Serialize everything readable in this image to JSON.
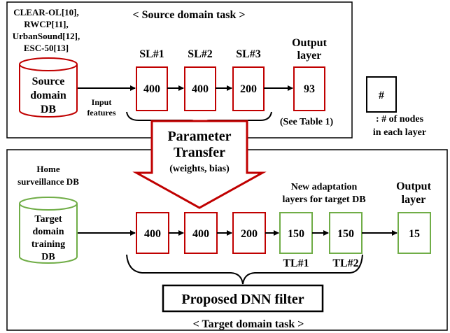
{
  "colors": {
    "red": "#c00000",
    "green": "#70ad47",
    "black": "#000000",
    "white": "#ffffff"
  },
  "source": {
    "datasets": [
      "CLEAR-OL[10],",
      "RWCP[11],",
      "UrbanSound[12],",
      "ESC-50[13]"
    ],
    "task_title": "< Source domain task >",
    "db_label": [
      "Source",
      "domain",
      "DB"
    ],
    "input_label": [
      "Input",
      "features"
    ],
    "layers": [
      {
        "name": "SL#1",
        "nodes": "400"
      },
      {
        "name": "SL#2",
        "nodes": "400"
      },
      {
        "name": "SL#3",
        "nodes": "200"
      }
    ],
    "output_title": [
      "Output",
      "layer"
    ],
    "output_nodes": "93",
    "output_note": "(See Table 1)"
  },
  "legend": {
    "symbol": "#",
    "text": [
      ": # of nodes",
      "in each layer"
    ]
  },
  "transfer": {
    "title": [
      "Parameter",
      "Transfer"
    ],
    "subtitle": "(weights, bias)"
  },
  "target": {
    "db_title": [
      "Home",
      "surveillance DB"
    ],
    "db_label": [
      "Target",
      "domain",
      "training",
      "DB"
    ],
    "layers": [
      "400",
      "400",
      "200"
    ],
    "adaptation_title": [
      "New adaptation",
      "layers for target DB"
    ],
    "adaptation_layers": [
      {
        "name": "TL#1",
        "nodes": "150"
      },
      {
        "name": "TL#2",
        "nodes": "150"
      }
    ],
    "output_title": [
      "Output",
      "layer"
    ],
    "output_nodes": "15",
    "filter_label": "Proposed DNN filter",
    "task_title": "< Target domain task >"
  }
}
